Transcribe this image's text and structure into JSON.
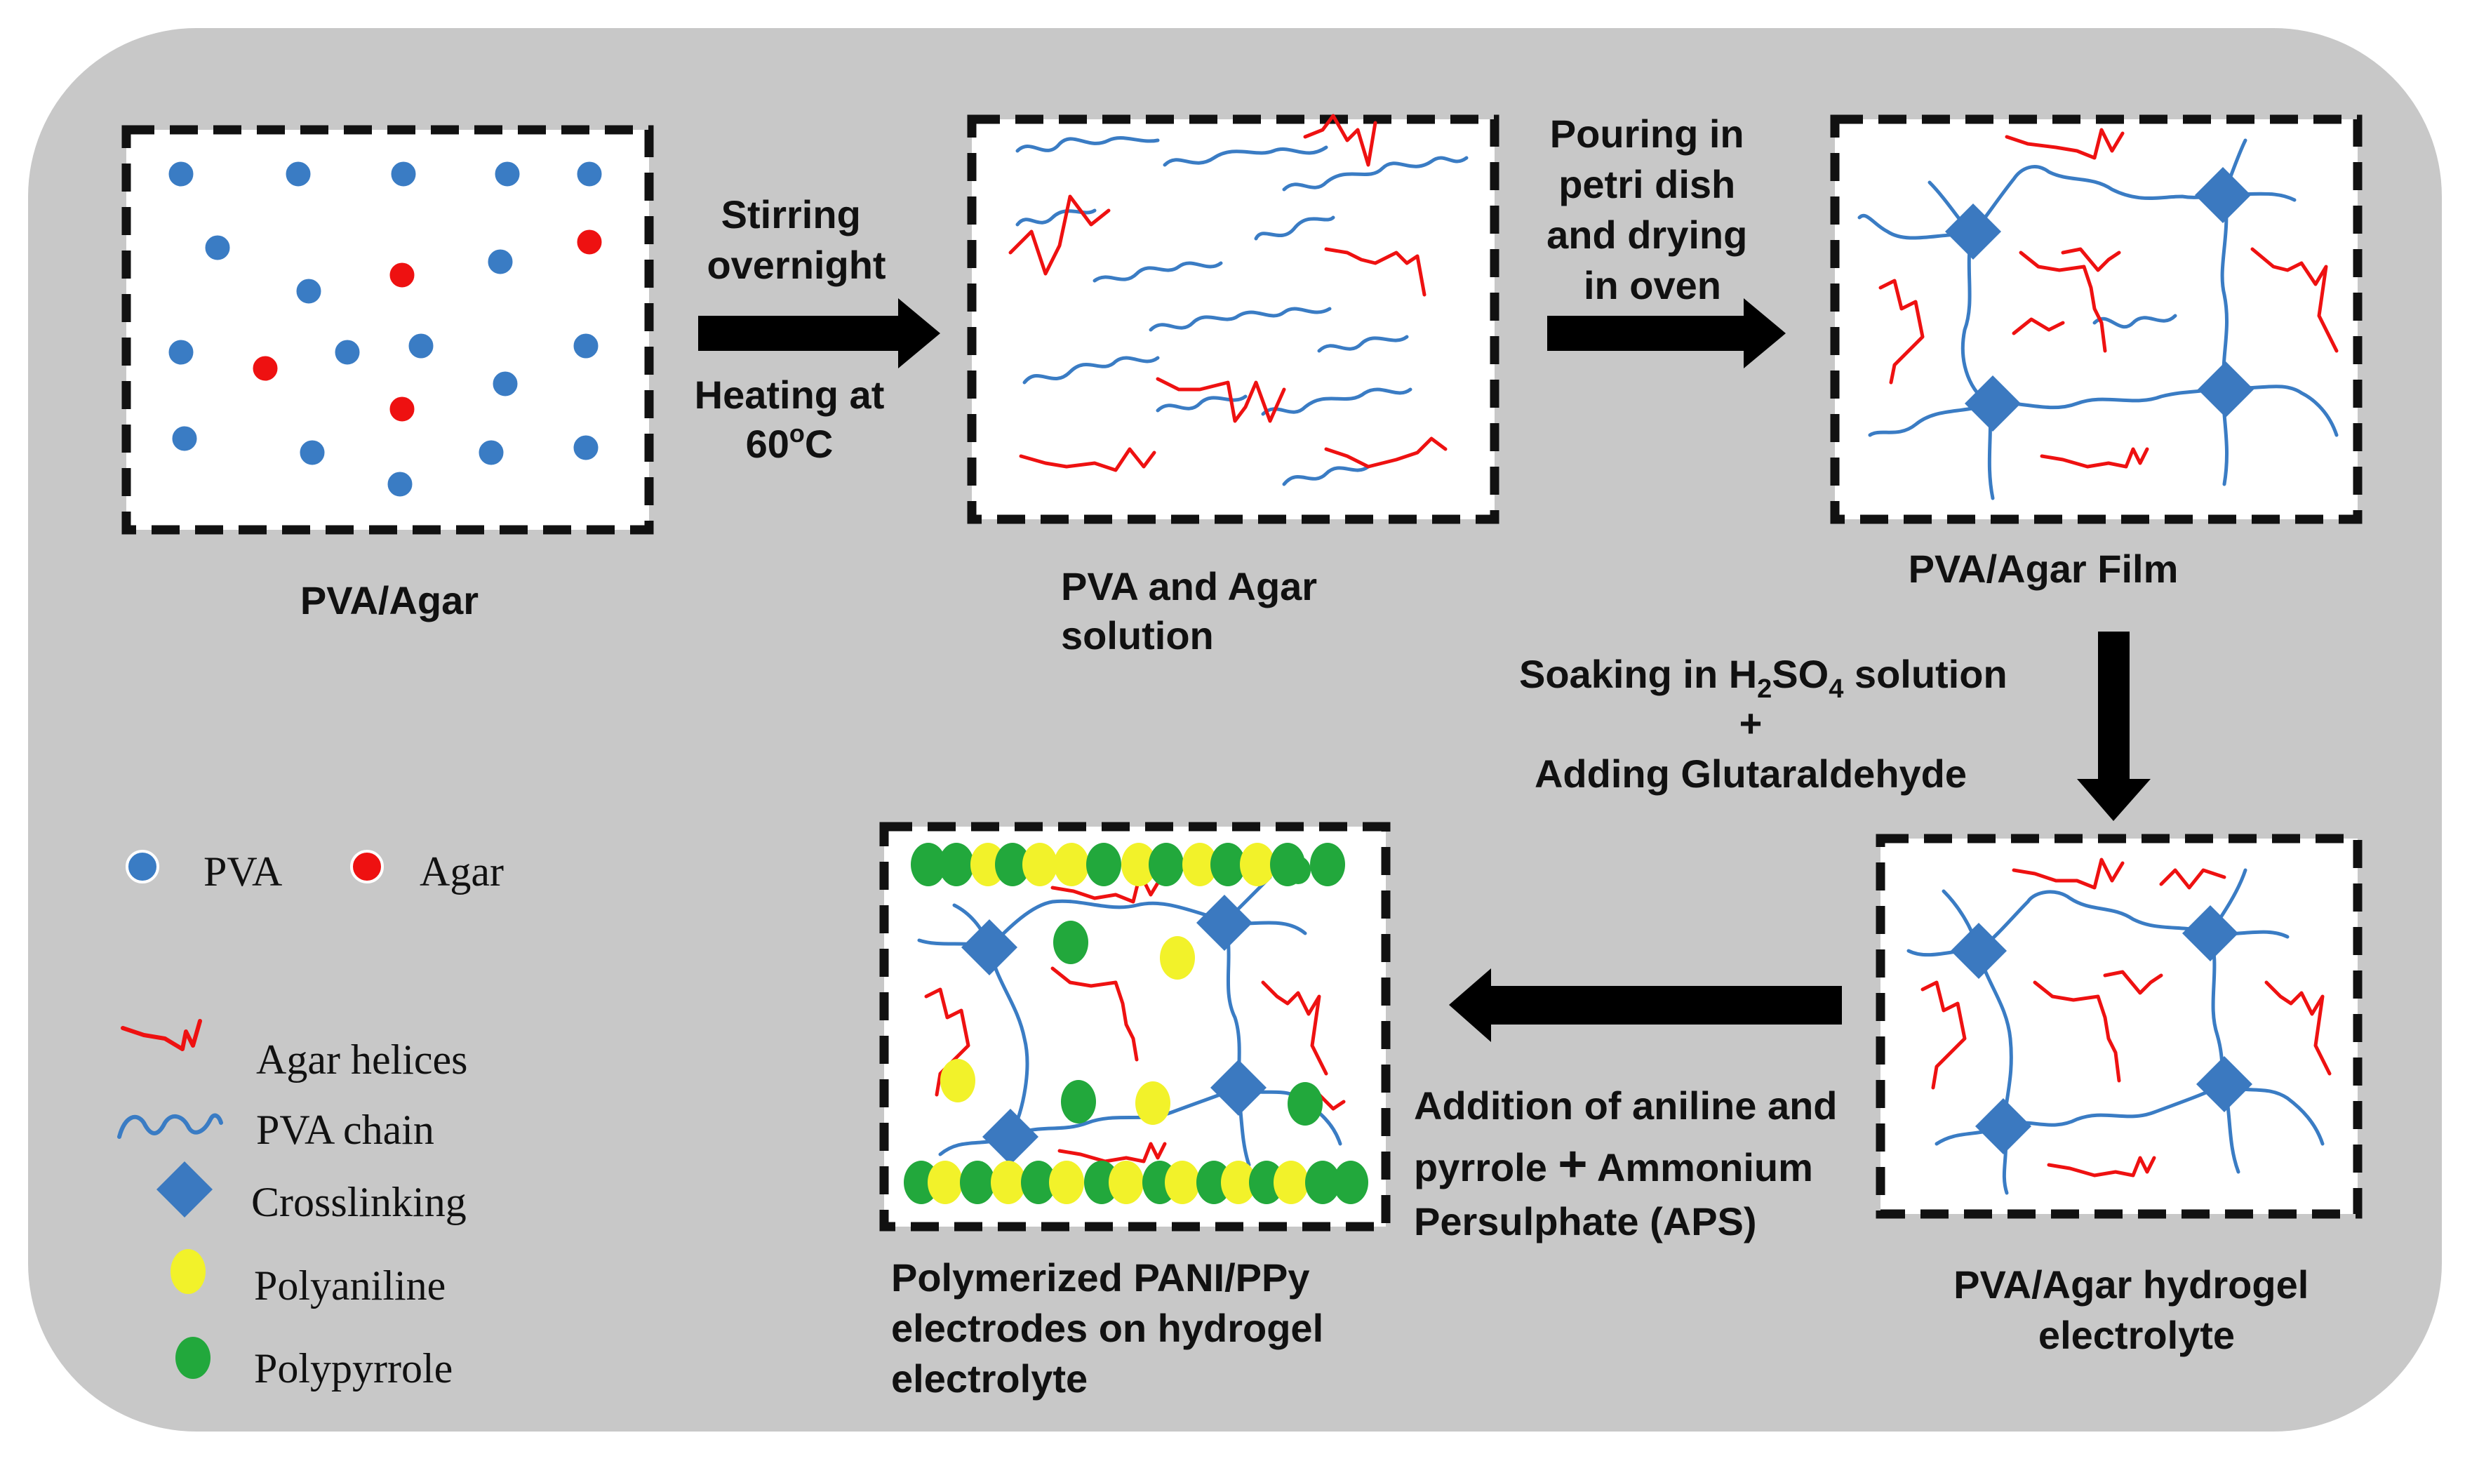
{
  "colors": {
    "background": "#c8c8c8",
    "pva": "#3a7cc4",
    "agar": "#ee1111",
    "crosslink": "#3b79c0",
    "polyaniline": "#f2f22a",
    "polypyrrole": "#22a83c",
    "arrow": "#000000"
  },
  "panels": {
    "p1": "PVA/Agar",
    "p2": [
      "PVA and Agar",
      "solution"
    ],
    "p3": "PVA/Agar Film",
    "p4": [
      "PVA/Agar hydrogel",
      "electrolyte"
    ],
    "p5": [
      "Polymerized PANI/PPy",
      "electrodes on hydrogel",
      "electrolyte"
    ]
  },
  "steps": {
    "s1_top": [
      "Stirring",
      "overnight"
    ],
    "s1_bottom_1": "Heating at",
    "s1_bottom_2_num": "60",
    "s1_bottom_2_sup": "o",
    "s1_bottom_2_unit": "C",
    "s2": [
      "Pouring in",
      "petri dish",
      "and drying",
      "in oven"
    ],
    "s3_line1_a": "Soaking in H",
    "s3_line1_sub1": "2",
    "s3_line1_b": "SO",
    "s3_line1_sub2": "4",
    "s3_line1_c": " solution",
    "s3_plus": "+",
    "s3_line3": "Adding Glutaraldehyde",
    "s4_line1": "Addition of aniline and",
    "s4_line2_a": "pyrrole ",
    "s4_line2_plus": "+",
    "s4_line2_b": " Ammonium",
    "s4_line3": "Persulphate (APS)"
  },
  "legend": {
    "pva": "PVA",
    "agar": "Agar",
    "agar_helices": "Agar helices",
    "pva_chain": "PVA chain",
    "crosslinking": "Crosslinking",
    "polyaniline": "Polyaniline",
    "polypyrrole": "Polypyrrole"
  }
}
